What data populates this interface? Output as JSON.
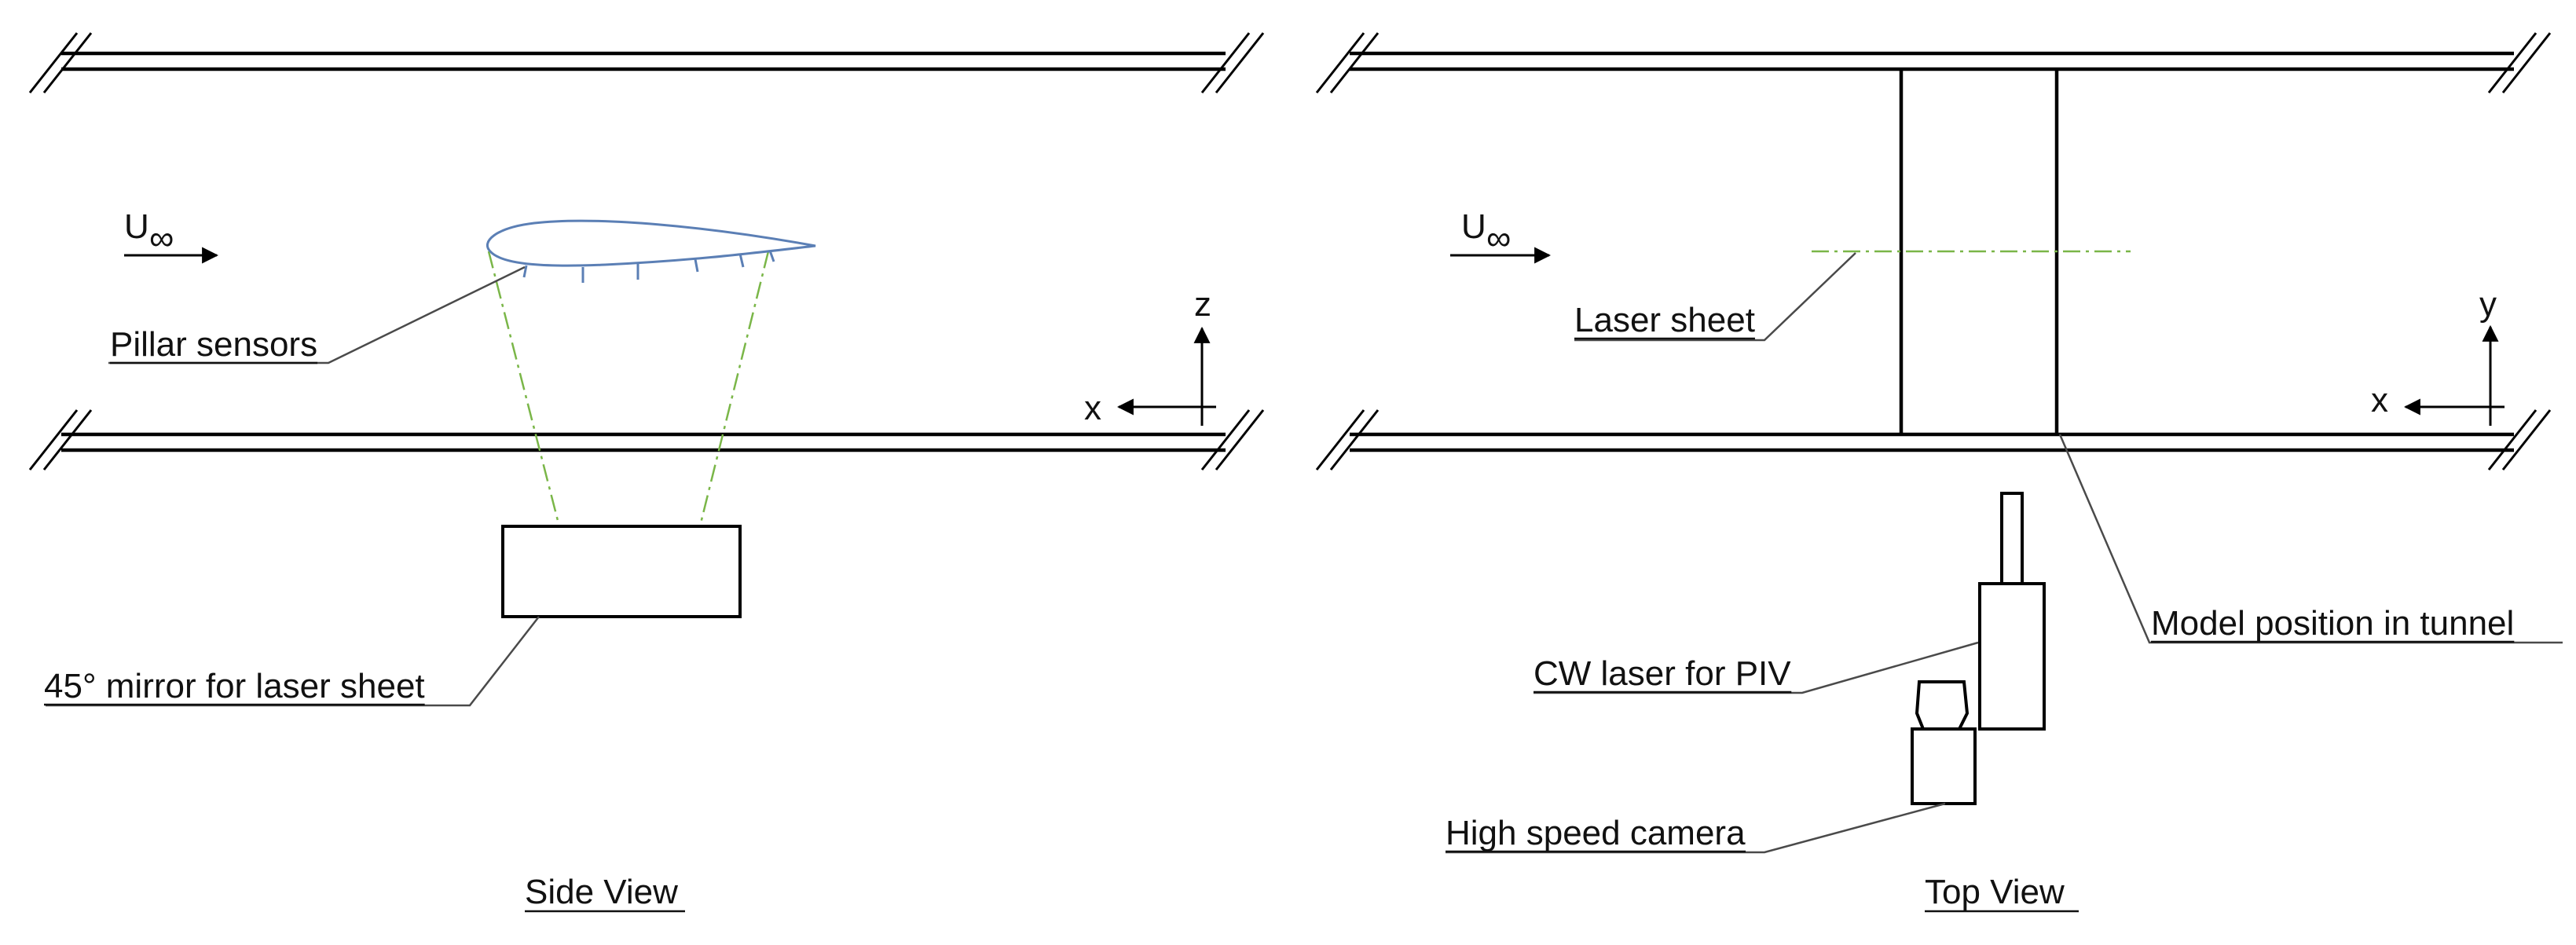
{
  "colors": {
    "laser_beam": "#7ab648",
    "airfoil": "#5b7fb5",
    "lines": "#000000"
  },
  "side_view": {
    "title": "Side View",
    "flow_label": "U",
    "flow_subscript": "∞",
    "pillar_label": "Pillar sensors",
    "mirror_label": "45° mirror for laser sheet",
    "axis_vertical": "z",
    "axis_horizontal": "x"
  },
  "top_view": {
    "title": "Top View",
    "flow_label": "U",
    "flow_subscript": "∞",
    "laser_sheet_label": "Laser sheet",
    "model_label": "Model position in tunnel",
    "laser_label": "CW laser for PIV",
    "camera_label": "High speed camera",
    "axis_vertical": "y",
    "axis_horizontal": "x"
  }
}
